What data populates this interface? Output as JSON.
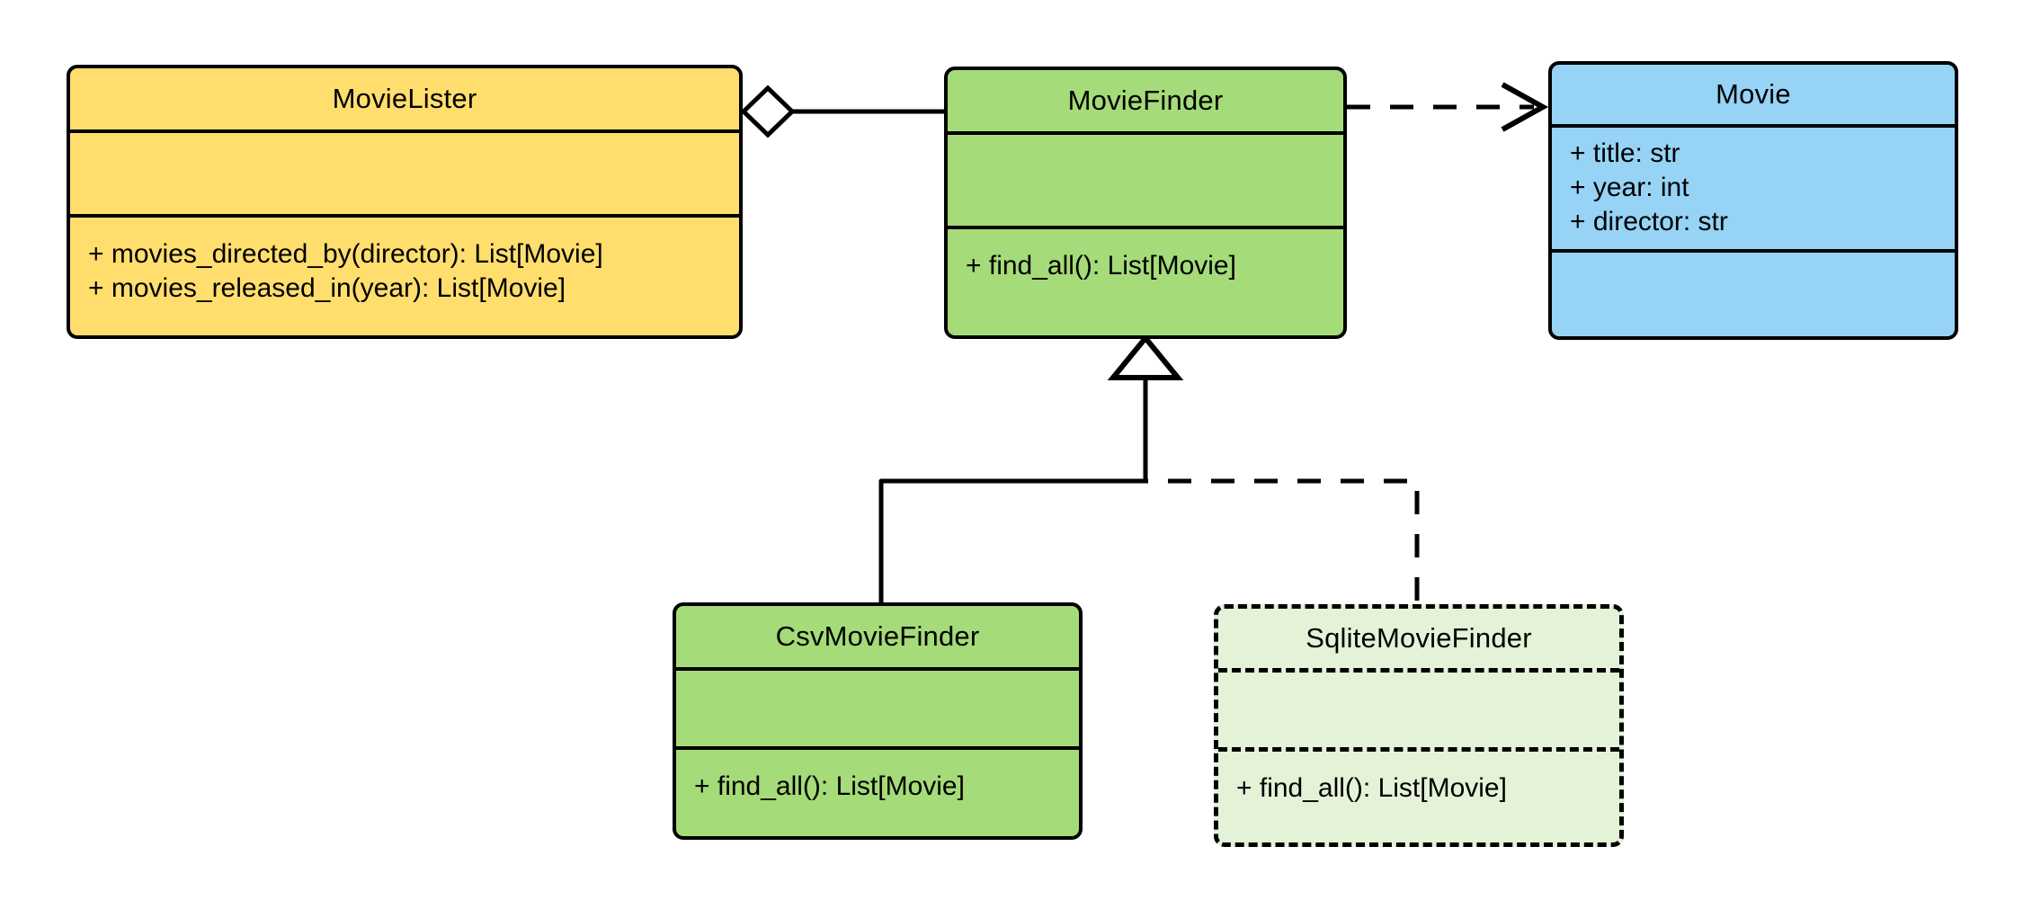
{
  "diagram": {
    "kind": "uml-class-diagram",
    "title": "",
    "background": "#ffffff",
    "stroke": "#000000",
    "palette": {
      "yellow": "#FFDE6E",
      "green": "#A5DB78",
      "blue": "#96D3F5",
      "light_green": "#E4F3D7"
    }
  },
  "classes": [
    {
      "id": "movie-lister",
      "name": "MovieLister",
      "fill": "#FFDE6E",
      "style": "solid",
      "attributes": [],
      "methods": [
        "+ movies_directed_by(director): List[Movie]",
        "+ movies_released_in(year): List[Movie]"
      ]
    },
    {
      "id": "movie-finder",
      "name": "MovieFinder",
      "fill": "#A5DB78",
      "style": "solid",
      "attributes": [],
      "methods": [
        "+ find_all(): List[Movie]"
      ]
    },
    {
      "id": "movie",
      "name": "Movie",
      "fill": "#96D3F5",
      "style": "solid",
      "attributes": [
        "+ title: str",
        "+ year: int",
        "+ director: str"
      ],
      "methods": []
    },
    {
      "id": "csv-movie-finder",
      "name": "CsvMovieFinder",
      "fill": "#A5DB78",
      "style": "solid",
      "attributes": [],
      "methods": [
        "+ find_all(): List[Movie]"
      ]
    },
    {
      "id": "sqlite-movie-finder",
      "name": "SqliteMovieFinder",
      "fill": "#E4F3D7",
      "style": "dashed",
      "attributes": [],
      "methods": [
        "+ find_all(): List[Movie]"
      ]
    }
  ],
  "relationships": [
    {
      "id": "lister-finder",
      "type": "aggregation",
      "from": "MovieLister",
      "to": "MovieFinder",
      "line": "solid",
      "source_marker": "hollow-diamond",
      "target_marker": "none",
      "label": ""
    },
    {
      "id": "finder-movie",
      "type": "dependency",
      "from": "MovieFinder",
      "to": "Movie",
      "line": "dashed",
      "source_marker": "none",
      "target_marker": "open-arrow",
      "label": ""
    },
    {
      "id": "csv-inherits-finder",
      "type": "generalization",
      "from": "CsvMovieFinder",
      "to": "MovieFinder",
      "line": "solid",
      "source_marker": "none",
      "target_marker": "hollow-triangle",
      "label": ""
    },
    {
      "id": "sqlite-inherits-finder",
      "type": "generalization",
      "from": "SqliteMovieFinder",
      "to": "MovieFinder",
      "line": "dashed",
      "source_marker": "none",
      "target_marker": "hollow-triangle",
      "label": ""
    }
  ]
}
